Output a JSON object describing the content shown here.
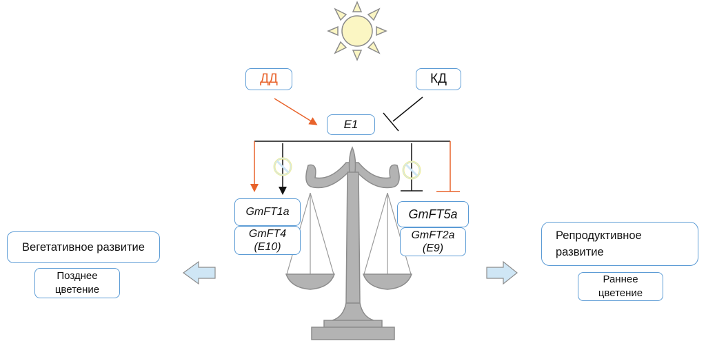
{
  "diagram": {
    "sun": {
      "icon": "sun-icon",
      "fill": "#fbf6c3",
      "stroke": "#8c8c8c"
    },
    "inputs": {
      "long_day": {
        "label": "ДД",
        "color": "#e8632b"
      },
      "short_day": {
        "label": "КД",
        "color": "#111111"
      }
    },
    "center_gene": {
      "label": "E1"
    },
    "left_genes": {
      "top": "GmFT1a",
      "bottom_line1": "GmFT4",
      "bottom_line2": "(E10)"
    },
    "right_genes": {
      "top": "GmFT5a",
      "bottom_line1": "GmFT2a",
      "bottom_line2": "(E9)"
    },
    "left_outcome": {
      "title": "Вегетативное развитие",
      "sub_line1": "Позднее",
      "sub_line2": "цветение"
    },
    "right_outcome": {
      "title_line1": "Репродуктивное",
      "title_line2": "развитие",
      "sub_line1": "Раннее",
      "sub_line2": "цветение"
    },
    "colors": {
      "box_border": "#5b9bd5",
      "orange": "#e8632b",
      "black": "#111111",
      "arrow_fill": "#cfe6f5",
      "scale": "#a6a6a6"
    }
  }
}
